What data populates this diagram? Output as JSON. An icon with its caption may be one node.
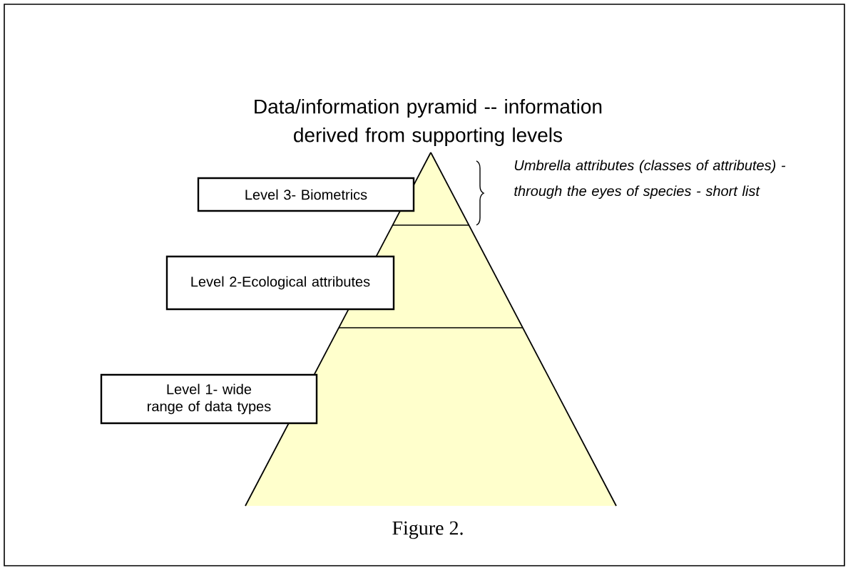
{
  "diagram": {
    "title": "Data/information pyramid -- information derived from supporting levels",
    "caption": "Figure 2.",
    "nodes": [
      {
        "text": [
          "Level 3- Biometrics"
        ]
      },
      {
        "text": [
          "Level 2-Ecological attributes"
        ]
      },
      {
        "text": [
          "Level 1- wide range of data types"
        ]
      }
    ],
    "labels": [
      "Umbrella attributes (classes of attributes) -  through the eyes of species  - short list"
    ]
  }
}
